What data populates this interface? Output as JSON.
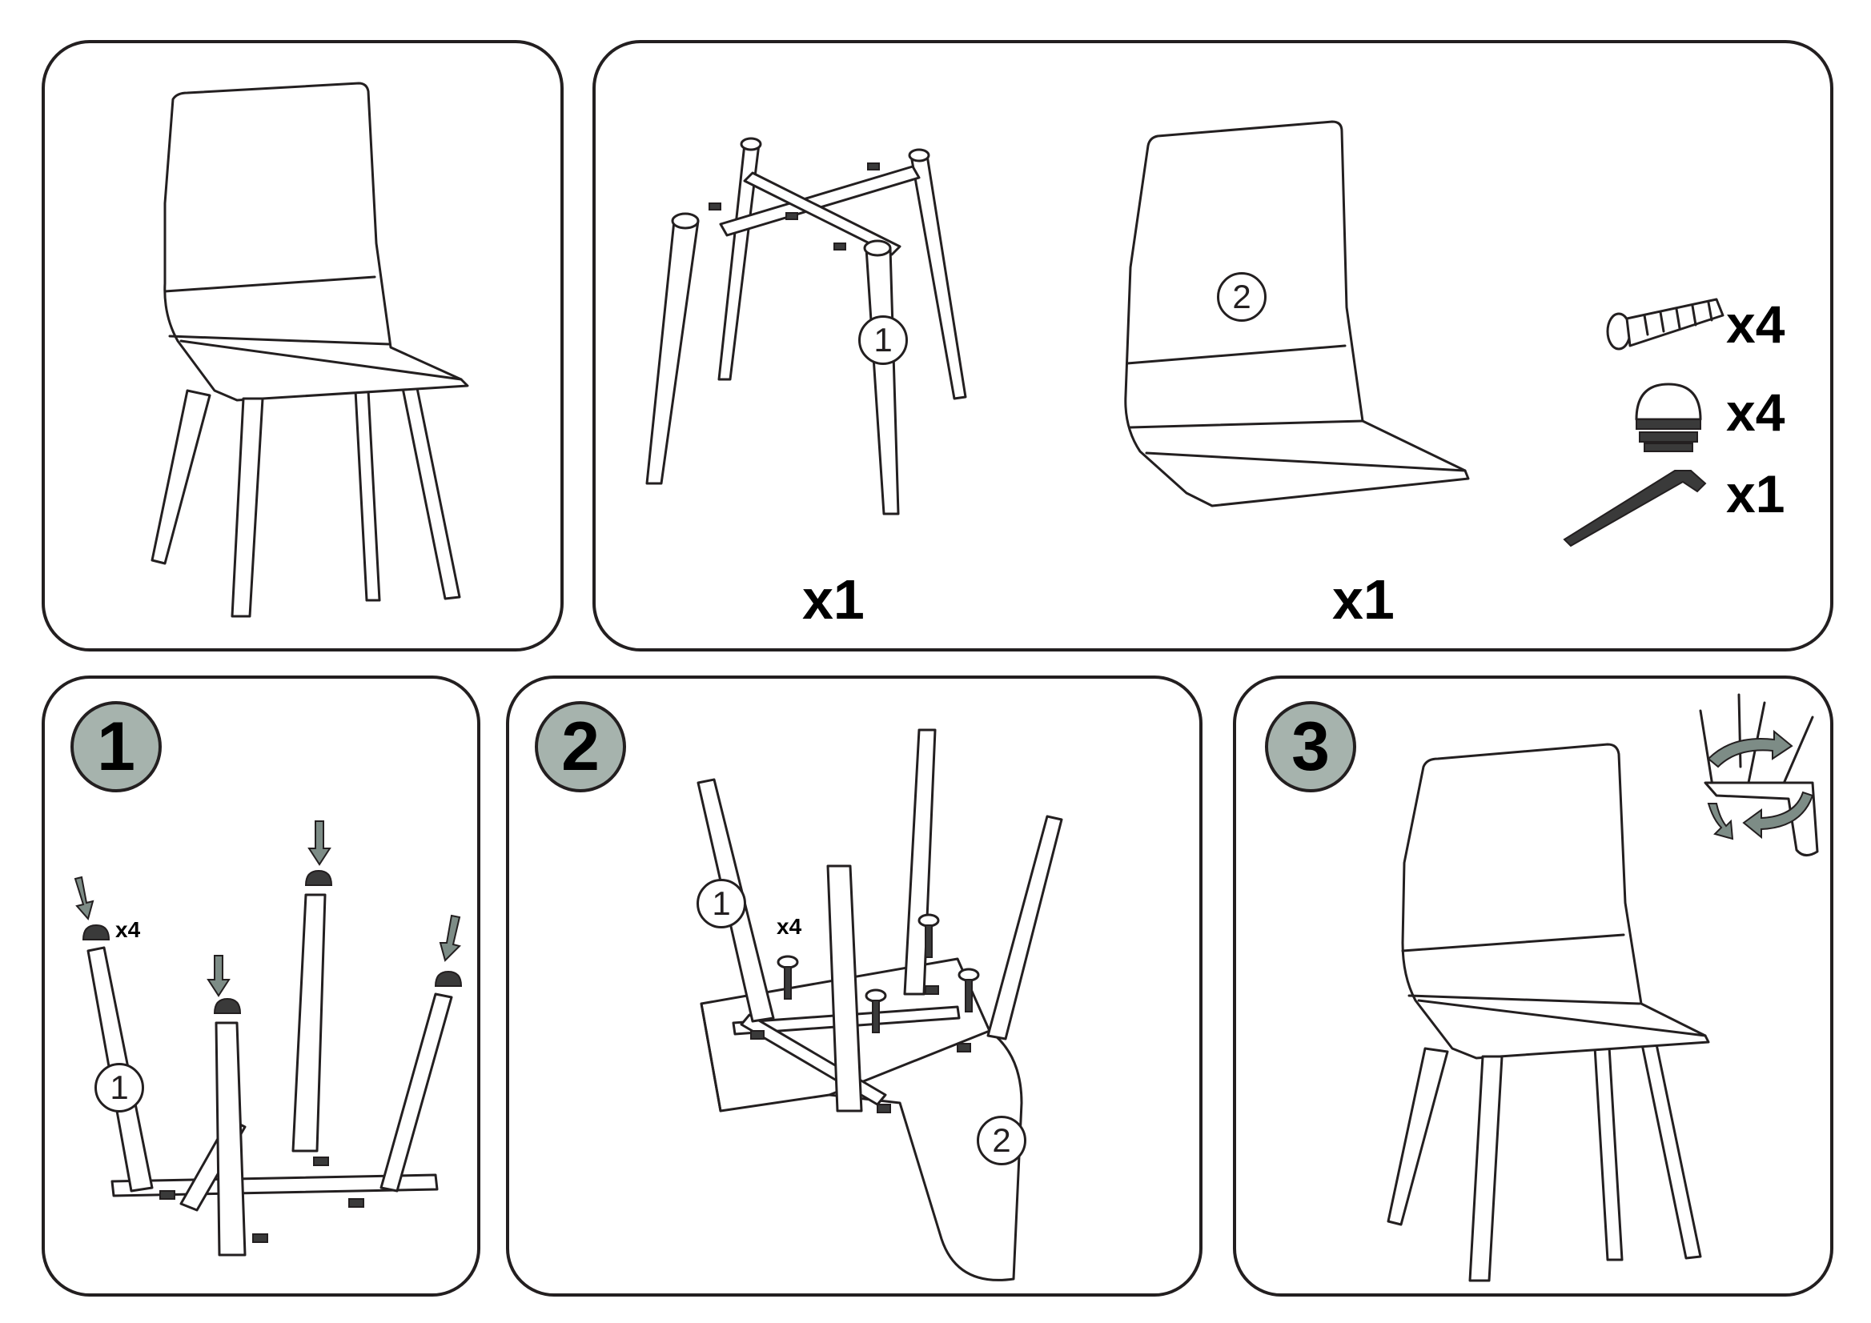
{
  "overview": {},
  "parts": {
    "part1_qty": "x1",
    "part2_qty": "x1",
    "part1_marker": "1",
    "part2_marker": "2",
    "hardware": [
      {
        "icon": "screw-icon",
        "qty": "x4"
      },
      {
        "icon": "leg-cap-icon",
        "qty": "x4"
      },
      {
        "icon": "allen-key-icon",
        "qty": "x1"
      }
    ]
  },
  "steps": [
    {
      "number": "1",
      "part_marker": "1",
      "qty": "x4"
    },
    {
      "number": "2",
      "part_marker_a": "1",
      "part_marker_b": "2",
      "qty": "x4"
    },
    {
      "number": "3"
    }
  ],
  "colors": {
    "line": "#231f20",
    "badge": "#a6b3ad",
    "arrow": "#7d8c86"
  }
}
